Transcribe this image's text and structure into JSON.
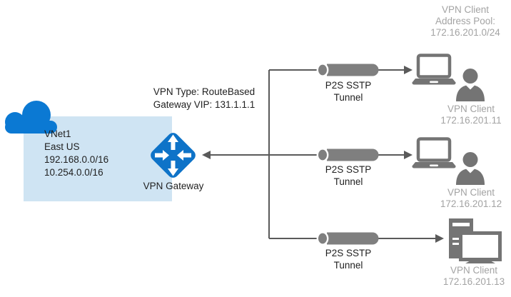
{
  "title": "Point-to-Site VPN diagram",
  "colors": {
    "gateway_blue": "#0e73c8",
    "cloud_blue": "#0b79d3",
    "vnet_fill": "#cfe4f3",
    "device_gray": "#747474",
    "tunnel_gray": "#7f7f7f",
    "line_gray": "#5a5a5a",
    "muted_text": "#a3a3a3",
    "dark_text": "#1f1f1f"
  },
  "address_pool": {
    "lines": [
      "VPN Client",
      "Address Pool:",
      "172.16.201.0/24"
    ]
  },
  "vnet": {
    "name": "VNet1",
    "region": "East US",
    "prefixes": [
      "192.168.0.0/16",
      "10.254.0.0/16"
    ]
  },
  "gateway": {
    "label": "VPN Gateway",
    "type_line": "VPN Type: RouteBased",
    "vip_line": "Gateway VIP: 131.1.1.1"
  },
  "tunnels": [
    {
      "line1": "P2S SSTP",
      "line2": "Tunnel"
    },
    {
      "line1": "P2S SSTP",
      "line2": "Tunnel"
    },
    {
      "line1": "P2S SSTP",
      "line2": "Tunnel"
    }
  ],
  "clients": [
    {
      "label": "VPN Client",
      "ip": "172.16.201.11",
      "device": "laptop-with-user"
    },
    {
      "label": "VPN Client",
      "ip": "172.16.201.12",
      "device": "laptop-with-user"
    },
    {
      "label": "VPN Client",
      "ip": "172.16.201.13",
      "device": "desktop-pc"
    }
  ]
}
